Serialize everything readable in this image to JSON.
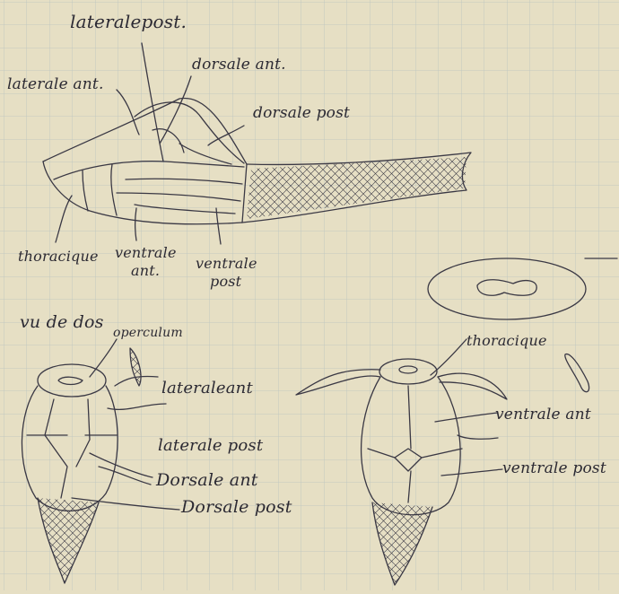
{
  "labels": {
    "laterale_post_top": "lateralepost.",
    "dorsale_ant_top": "dorsale ant.",
    "laterale_ant_top": "laterale ant.",
    "dorsale_post_top": "dorsale post",
    "thoracique_side": "thoracique",
    "ventrale_ant_side_1": "ventrale",
    "ventrale_ant_side_2": "ant.",
    "ventrale_post_side_1": "ventrale",
    "ventrale_post_side_2": "post",
    "vu_de_dos": "vu de dos",
    "operculum": "operculum",
    "laterale_ant_dorsal": "lateraleant",
    "laterale_post_dorsal": "laterale post",
    "dorsale_ant_dorsal": "Dorsale ant",
    "dorsale_post_dorsal": "Dorsale post",
    "thoracique_ventral": "thoracique",
    "ventrale_ant_ventral": "ventrale ant",
    "ventrale_post_ventral": "ventrale post"
  },
  "colors": {
    "paper": "#e6dfc4",
    "grid": "#b8c4c4",
    "ink": "#3a3844"
  }
}
